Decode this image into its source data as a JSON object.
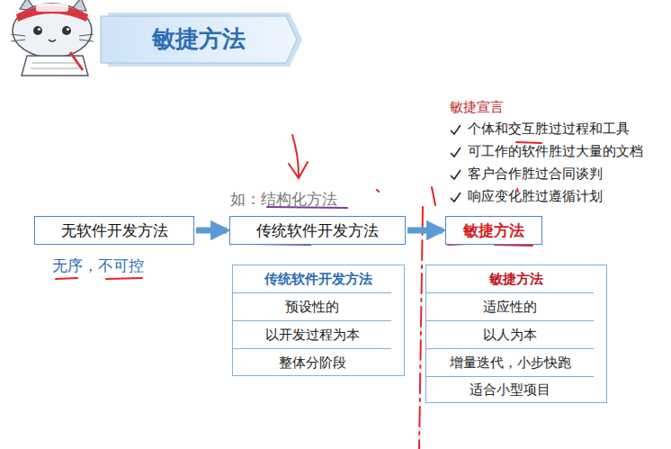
{
  "diagram": {
    "title": "敏捷方法",
    "nodes": [
      {
        "text": [
          "无软件开发方法"
        ]
      },
      {
        "text": [
          "传统软件开发方法"
        ]
      },
      {
        "text": [
          "敏捷方法"
        ]
      },
      {
        "text": [
          "传统软件开发方法"
        ]
      },
      {
        "text": [
          "预设性的"
        ],
        "in": 3
      },
      {
        "text": [
          "以开发过程为本"
        ],
        "in": 3
      },
      {
        "text": [
          "整体分阶段"
        ],
        "in": 3
      },
      {
        "text": [
          "敏捷方法"
        ]
      },
      {
        "text": [
          "适应性的"
        ],
        "in": 7
      },
      {
        "text": [
          "以人为本"
        ],
        "in": 7
      },
      {
        "text": [
          "增量迭代，小步快跑"
        ],
        "in": 7
      },
      {
        "text": [
          "适合小型项目"
        ],
        "in": 7
      }
    ],
    "edges": [
      {
        "from": 0,
        "to": 1,
        "arrow": "to"
      },
      {
        "from": 1,
        "to": 2,
        "arrow": "to"
      }
    ],
    "labels": [
      "如：结构化方法",
      "无序，不可控",
      "敏捷宣言",
      "个体和交互胜过过程和工具",
      "可工作的软件胜过大量的文档",
      "客户合作胜过合同谈判",
      "响应变化胜过遵循计划"
    ]
  }
}
